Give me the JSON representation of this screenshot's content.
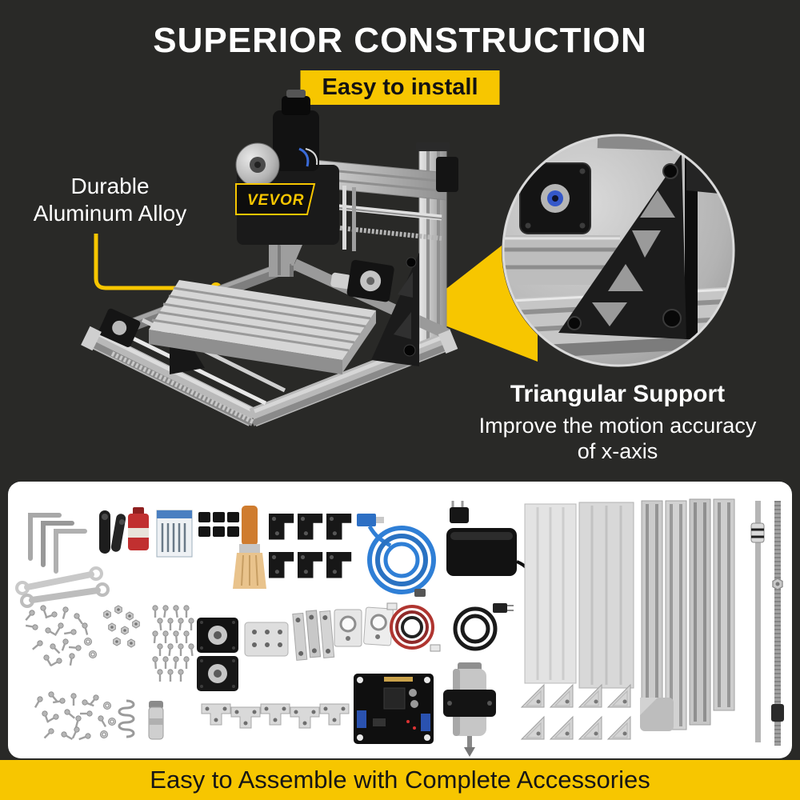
{
  "header": {
    "title": "SUPERIOR CONSTRUCTION",
    "badge": "Easy to install"
  },
  "machine": {
    "brand": "VEVOR"
  },
  "callout_left": {
    "line1": "Durable",
    "line2": "Aluminum Alloy"
  },
  "callout_right": {
    "title": "Triangular Support",
    "line1": "Improve the motion accuracy",
    "line2": "of x-axis"
  },
  "footer": {
    "text": "Easy to Assemble with Complete Accessories"
  },
  "colors": {
    "background": "#292927",
    "accent_yellow": "#F7C600",
    "panel": "#FFFFFF",
    "heading_text": "#FFFFFF",
    "footer_text": "#161616"
  },
  "accessories": [
    "hex-keys",
    "open-end-wrenches",
    "black-spanners",
    "red-accessory-box",
    "drill-bits-box",
    "foam-pads",
    "brush",
    "z-mount-brackets",
    "usb-cable",
    "power-adapter",
    "aluminum-plates",
    "aluminum-extrusions",
    "lead-screw-rods",
    "screw-set-a",
    "nut-set",
    "screw-set-b",
    "stepper-motors",
    "drilled-plate",
    "strap-brackets",
    "bearing-plates",
    "wire-harness",
    "power-cord",
    "control-board",
    "spindle-motor",
    "screw-set-c",
    "spring",
    "grease-tube",
    "t-plates",
    "corner-brackets",
    "rubber-pad"
  ]
}
